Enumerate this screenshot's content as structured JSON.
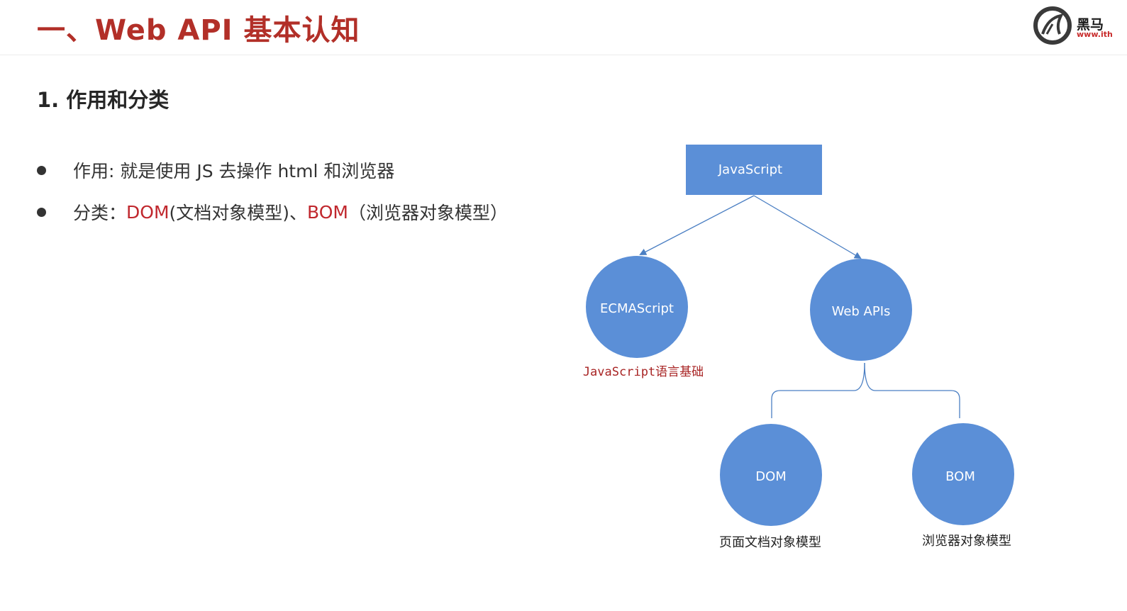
{
  "header": {
    "title": "一、Web API 基本认知",
    "logo_name": "黑马",
    "logo_url": "www.ith"
  },
  "section": {
    "heading": "1. 作用和分类"
  },
  "bullets": [
    {
      "label": "作用: 就是使用 JS 去操作 html 和浏览器"
    },
    {
      "label": "分类：",
      "dom": "DOM",
      "dom_desc": " (文档对象模型)、",
      "bom": "BOM",
      "bom_desc": "（浏览器对象模型）"
    }
  ],
  "diagram": {
    "root": "JavaScript",
    "ecmascript": "ECMAScript",
    "ecmascript_caption": "JavaScript语言基础",
    "webapis": "Web APIs",
    "dom": "DOM",
    "dom_caption": "页面文档对象模型",
    "bom": "BOM",
    "bom_caption": "浏览器对象模型"
  },
  "colors": {
    "title_red": "#b22f28",
    "accent_red": "#c0272d",
    "node_blue": "#5b8fd7",
    "line_blue": "#4b7fc3"
  }
}
